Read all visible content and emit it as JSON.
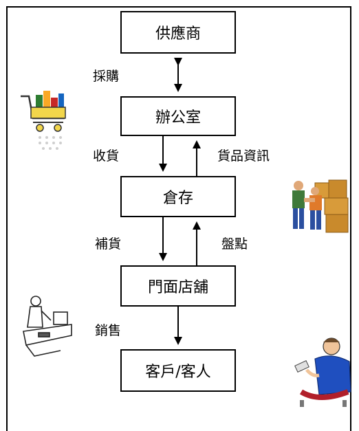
{
  "nodes": {
    "supplier": "供應商",
    "office": "辦公室",
    "warehouse": "倉存",
    "store": "門面店舖",
    "customer": "客戶/客人"
  },
  "edges": {
    "purchase": "採購",
    "receive_goods": "收貨",
    "goods_info": "貨品資訊",
    "replenish": "補貨",
    "stocktake": "盤點",
    "sales": "銷售"
  },
  "clipart": {
    "cart": "shopping-cart-icon",
    "workers": "warehouse-workers-icon",
    "cashier": "cashier-icon",
    "shopper": "shopper-icon"
  }
}
